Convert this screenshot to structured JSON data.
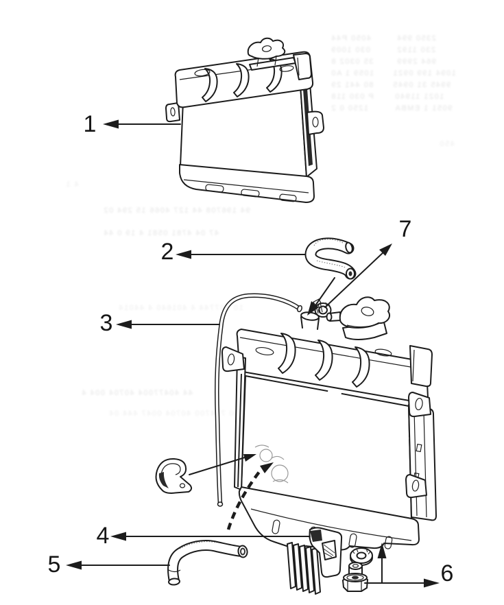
{
  "colors": {
    "paper": "#ffffff",
    "ink": "#1c1c1c",
    "mesh": "#3f3f3f",
    "bleedthrough": "#e4e4e4"
  },
  "callouts": [
    "1",
    "2",
    "3",
    "4",
    "5",
    "6",
    "7"
  ],
  "bleed": {
    "left": [
      "4050 P44",
      "030 1009",
      "35 0302 8",
      "1059 1 A0",
      "80 441 29",
      "P 030 118",
      "1250 0 2"
    ],
    "right": [
      "2350 994",
      "230 1192",
      "964 2999",
      "1094 199 0921",
      "9945 31 0945",
      "1021 11940",
      "9051 1 EMBA",
      "1310 94 MCA"
    ],
    "rows": [
      "94 196708 44 127 4066 15 294 02",
      "47 04 4781 0581 4 19 0 44",
      "10 107744 4 401640 4 44014",
      "44 40477004 40704 004 4",
      "40 704700 40704 0047 444 04",
      "4 1",
      "450"
    ]
  }
}
